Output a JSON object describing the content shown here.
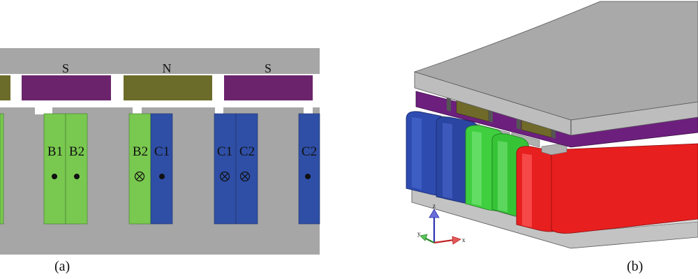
{
  "panel_a": {
    "caption": "(a)",
    "pole_labels": [
      "S",
      "N",
      "S"
    ],
    "coil_labels": [
      "B1",
      "B2",
      "B2",
      "C1",
      "C1",
      "C2",
      "C2"
    ],
    "colors": {
      "iron": "#a6a6a6",
      "magnet_purple": "#6b246b",
      "magnet_olive": "#6b6b2a",
      "phase_b": "#79c84f",
      "phase_c": "#2f4fa6"
    }
  },
  "panel_b": {
    "caption": "(b)",
    "axis_labels": {
      "z": "z",
      "y": "y",
      "x": "x"
    },
    "colors": {
      "phase_a": "#e81f1f",
      "phase_b": "#3fcf3f",
      "phase_c": "#2e4bb0",
      "magnet_purple": "#6d1f7e",
      "magnet_olive": "#6f6a2a"
    }
  }
}
